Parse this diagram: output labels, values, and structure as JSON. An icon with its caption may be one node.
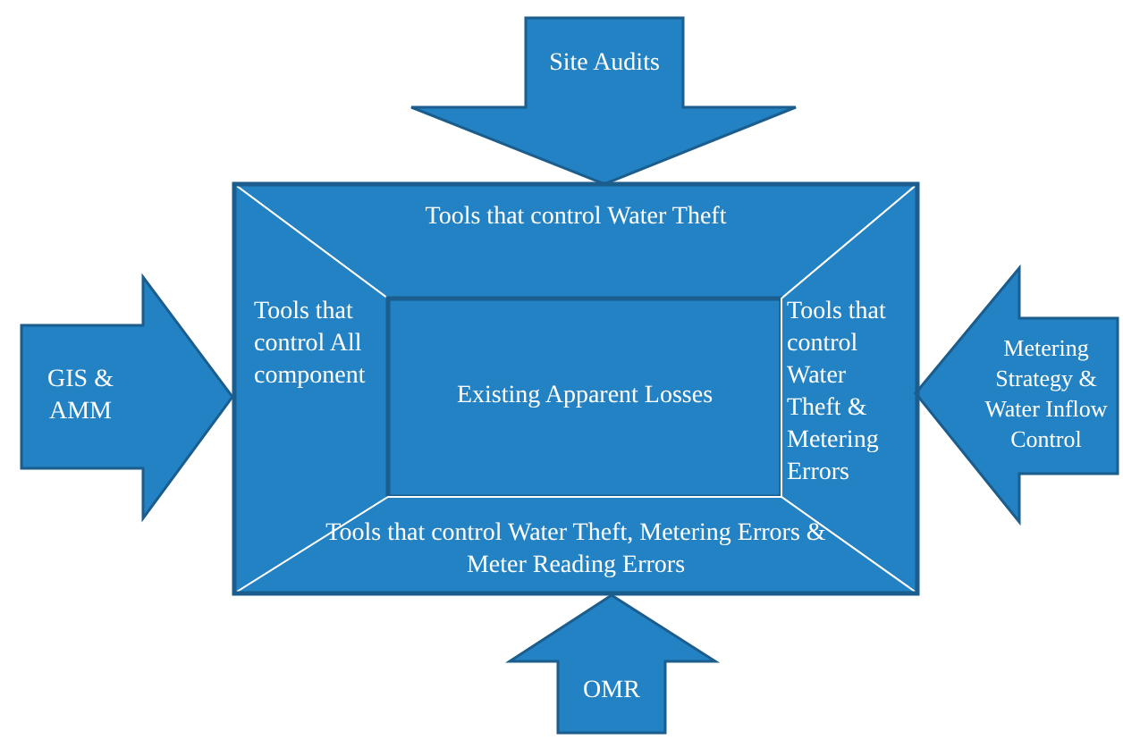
{
  "diagram": {
    "nodes": [
      {
        "text": [
          "Site Audits"
        ]
      },
      {
        "text": [
          "GIS & AMM"
        ]
      },
      {
        "text": [
          "Tools that control Water Theft"
        ]
      },
      {
        "text": [
          "Tools that control All component"
        ]
      },
      {
        "text": [
          "Existing Apparent Losses"
        ]
      },
      {
        "text": [
          "Tools that control Water Theft & Metering Errors"
        ]
      },
      {
        "text": [
          "Metering Strategy & Water Inflow Control"
        ]
      },
      {
        "text": [
          "Tools that control Water Theft, Metering Errors & Meter Reading Errors"
        ]
      },
      {
        "text": [
          "OMR"
        ]
      }
    ]
  }
}
